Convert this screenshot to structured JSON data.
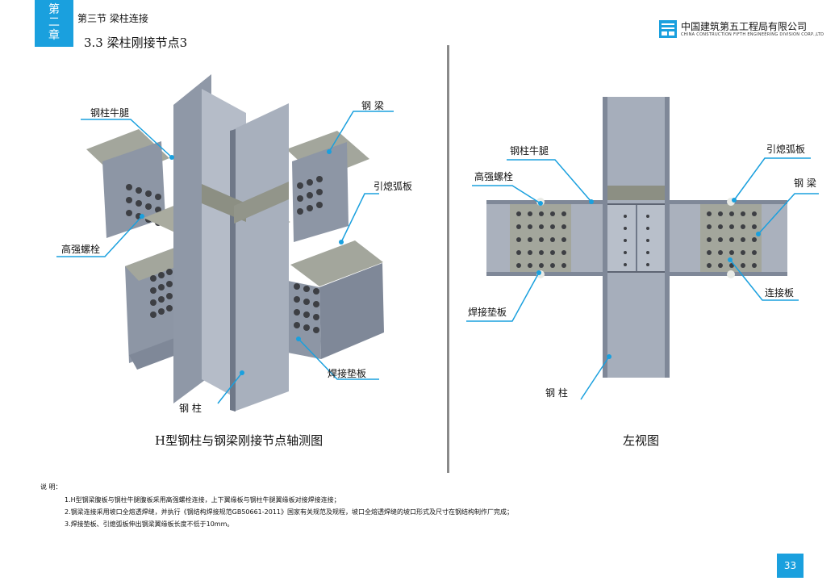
{
  "header": {
    "chapter_tab": [
      "第",
      "二",
      "章"
    ],
    "section": "第三节  梁柱连接",
    "node_title": "3.3  梁柱刚接节点3",
    "company_cn": "中国建筑第五工程局有限公司",
    "company_en": "CHINA CONSTRUCTION FIFTH ENGINEERING DIVISION CORP.,LTD"
  },
  "left_figure": {
    "labels": {
      "column_bracket": "钢柱牛腿",
      "steel_beam": "钢  梁",
      "arc_plate": "引熄弧板",
      "hs_bolt": "高强螺栓",
      "backing_plate": "焊接垫板",
      "steel_column": "钢  柱"
    },
    "caption": "H型钢柱与钢梁刚接节点轴测图"
  },
  "right_figure": {
    "labels": {
      "column_bracket": "钢柱牛腿",
      "arc_plate": "引熄弧板",
      "hs_bolt": "高强螺栓",
      "steel_beam": "钢  梁",
      "connection_plate": "连接板",
      "backing_plate": "焊接垫板",
      "steel_column": "钢  柱"
    },
    "caption": "左视图"
  },
  "notes": {
    "title": "说  明：",
    "items": [
      "1.H型钢梁腹板与钢柱牛腿腹板采用高强螺栓连接，上下翼缘板与钢柱牛腿翼缘板对接焊接连接；",
      "2.钢梁连接采用坡口全熔透焊缝，并执行《钢结构焊接规范GB50661-2011》国家有关规范及规程，坡口全熔透焊缝的坡口形式及尺寸在钢结构制作厂完成；",
      "3.焊接垫板、引熄弧板伸出钢梁翼缘板长度不低于10mm。"
    ]
  },
  "page_number": "33",
  "colors": {
    "accent": "#1aa0de",
    "steel_face": "#9aa3b1",
    "steel_dark": "#6f7888",
    "concrete": "#a3a69c"
  }
}
